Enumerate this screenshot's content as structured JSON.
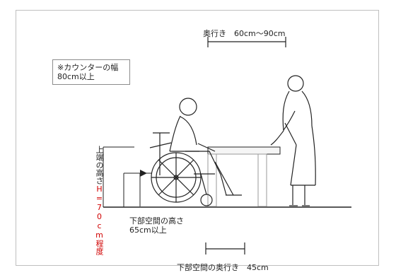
{
  "notes": {
    "counter_width": "※カウンターの幅\n80cm以上"
  },
  "labels": {
    "depth_range": "奥行き　60cm〜90cm",
    "lower_space_height": "下部空間の高さ\n65cm以上",
    "lower_space_depth": "下部空間の奥行き　45cm",
    "top_height_black": "上端の高さ",
    "top_height_red": "H=70cm程度"
  },
  "colors": {
    "line": "#222222",
    "accent": "#d00000",
    "counter_fill": "#f5f5f5"
  },
  "icons": {
    "wheelchair": "wheelchair-user-icon",
    "standing_person": "standing-person-icon",
    "counter": "counter-icon"
  }
}
